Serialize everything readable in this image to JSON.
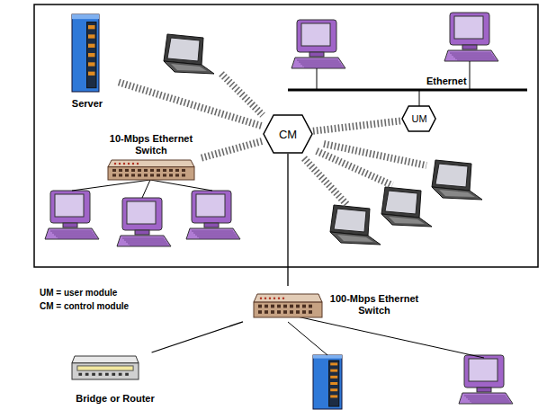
{
  "diagram": {
    "nodes": [
      {
        "text": [
          "Server"
        ]
      },
      {
        "text": [
          "10-Mbps Ethernet Switch"
        ]
      },
      {
        "text": [
          "CM"
        ]
      },
      {
        "text": [
          "UM"
        ]
      },
      {
        "text": [
          "100-Mbps Ethernet Switch"
        ]
      },
      {
        "text": [
          "Bridge or Router"
        ]
      }
    ],
    "edges": [
      {
        "from": 0,
        "to": 2,
        "arrow": "none"
      },
      {
        "from": 1,
        "to": 2,
        "arrow": "none"
      },
      {
        "from": 2,
        "to": 3,
        "arrow": "none"
      },
      {
        "from": 2,
        "to": 4,
        "arrow": "none"
      },
      {
        "from": 4,
        "to": 5,
        "arrow": "none"
      }
    ],
    "labels": [
      "Ethernet",
      "UM = user module",
      "CM = control module"
    ]
  }
}
